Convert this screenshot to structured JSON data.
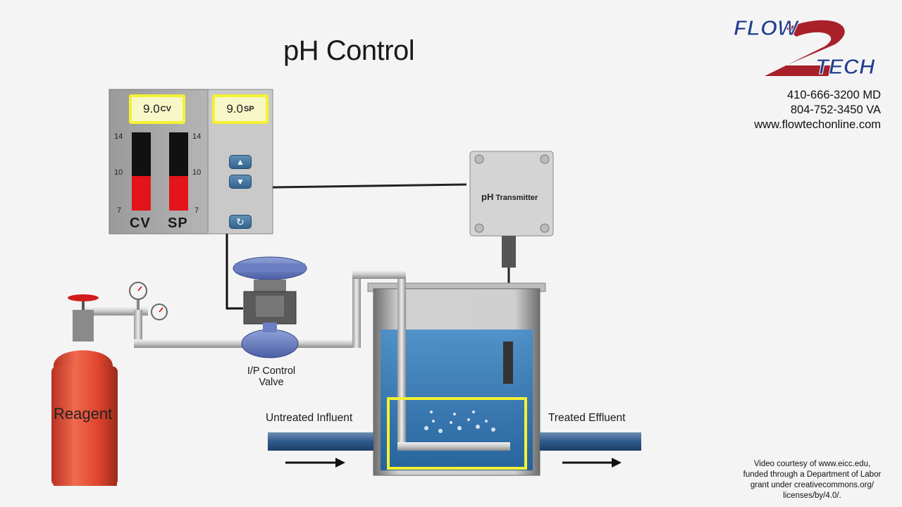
{
  "title": "pH Control",
  "brand": {
    "logo_top": "FLOW",
    "logo_bottom": "TECH",
    "colors": {
      "blue": "#25408f",
      "red": "#a8202a"
    }
  },
  "contact": {
    "phone_md": "410-666-3200 MD",
    "phone_va": "804-752-3450 VA",
    "website": "www.flowtechonline.com"
  },
  "controller": {
    "cv_display": "9.0",
    "cv_sub": "CV",
    "sp_display": "9.0",
    "sp_sub": "SP",
    "cv_label": "CV",
    "sp_label": "SP",
    "scale": [
      "14",
      "10",
      "7"
    ],
    "cv_level": 0.5,
    "sp_level": 0.5,
    "buttons": {
      "up": "▲",
      "down": "▼",
      "reset": "↻"
    }
  },
  "transmitter": {
    "label_ph": "pH",
    "label_rest": "Transmitter"
  },
  "valve_label_line1": "I/P Control",
  "valve_label_line2": "Valve",
  "cylinder_label": "Reagent",
  "influent_label": "Untreated Influent",
  "effluent_label": "Treated Effluent",
  "credit": {
    "line1": "Video courtesy of www.eicc.edu,",
    "line2": "funded through a Department of Labor",
    "line3": "grant under creativecommons.org/",
    "line4": "licenses/by/4.0/."
  }
}
